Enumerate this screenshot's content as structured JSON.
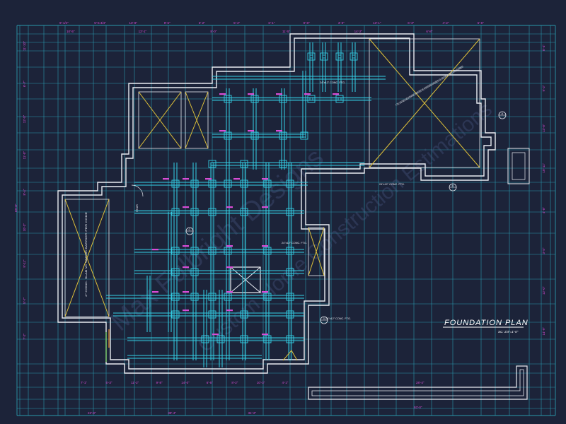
{
  "drawing": {
    "title": "FOUNDATION PLAN",
    "scale": "SC: 1/4\"=1'-0\"",
    "watermark": [
      "Max Fulbright Designs",
      "Custom Home Construction Estimations"
    ],
    "notes": {
      "slab_note": "4\" CONC. SLAB (TABLE SLABS) W/ REBAR/WIRE OR WIRESTREET 6 MIL VAPOR RETARDER (AS REQUIRED BY SOIL CONSULTANT) ON 4\" GRAVEL FOR FILL REQUIREMENTS",
      "porch_note_left": "4\" CONC. SLAB W/ VAPOR BARRIER PER CODE",
      "footing_note_top": "24\"x12\" CONC. FTG.",
      "footing_note_right": "24\"x12\" CONC. FTG.",
      "footing_note_center": "24\"x12\" CONC. FTG.",
      "footing_note_lower": "24\"x12\" CONC. FTG.",
      "stair_note": "STAIR"
    },
    "dimensions": {
      "top_row": [
        "9'-1/4\"",
        "5'-5 3/4\"",
        "13'-8\"",
        "9'-6\"",
        "6'-2\"",
        "5'-4\"",
        "6'-1\"",
        "9'-8\"",
        "3'-0\"",
        "13'-1\"",
        "6'-3\"",
        "4'-2\"",
        "5'-6\""
      ],
      "top_row2": [
        "10'-5\"",
        "12'-1\"",
        "8'-0\"",
        "11'-5\"",
        "14'-2\"",
        "6'-8\""
      ],
      "left_col": [
        "11'-10\"",
        "6'-7\"",
        "12'-5\"",
        "11'-0\"",
        "8'-4\"",
        "10'-3\"",
        "9'-11\"",
        "5'-7\"",
        "7'-2\""
      ],
      "right_col": [
        "6'-4\"",
        "9'-2\"",
        "13'-8\"",
        "10'-11\"",
        "4'-8\"",
        "3'-5\"",
        "12'-0\"",
        "14'-9\""
      ],
      "bottom_row": [
        "7'-1\"",
        "5'-3\"",
        "11'-2\"",
        "9'-8\"",
        "14'-0\"",
        "6'-6\"",
        "8'-2\"",
        "10'-3\"",
        "4'-1\""
      ],
      "bottom_row2": [
        "22'-8\"",
        "39'-4\"",
        "31'-2\""
      ],
      "overall_width": "93'-0\"",
      "overall_depth": "69'-8\"",
      "garage_dim": "28'-4\""
    },
    "tags": [
      "A",
      "B",
      "C",
      "D"
    ],
    "colors": {
      "background": "#1c2339",
      "wall": "#e9ecf2",
      "dimension": "#2fbfd3",
      "footing": "#33d0e6",
      "text_magenta": "#d94cd6",
      "diagonal": "#e0c23a",
      "watermark": "#4a5a86",
      "title": "#ffffff",
      "accent_green": "#5ec04a",
      "accent_orange": "#e88a2a"
    }
  }
}
